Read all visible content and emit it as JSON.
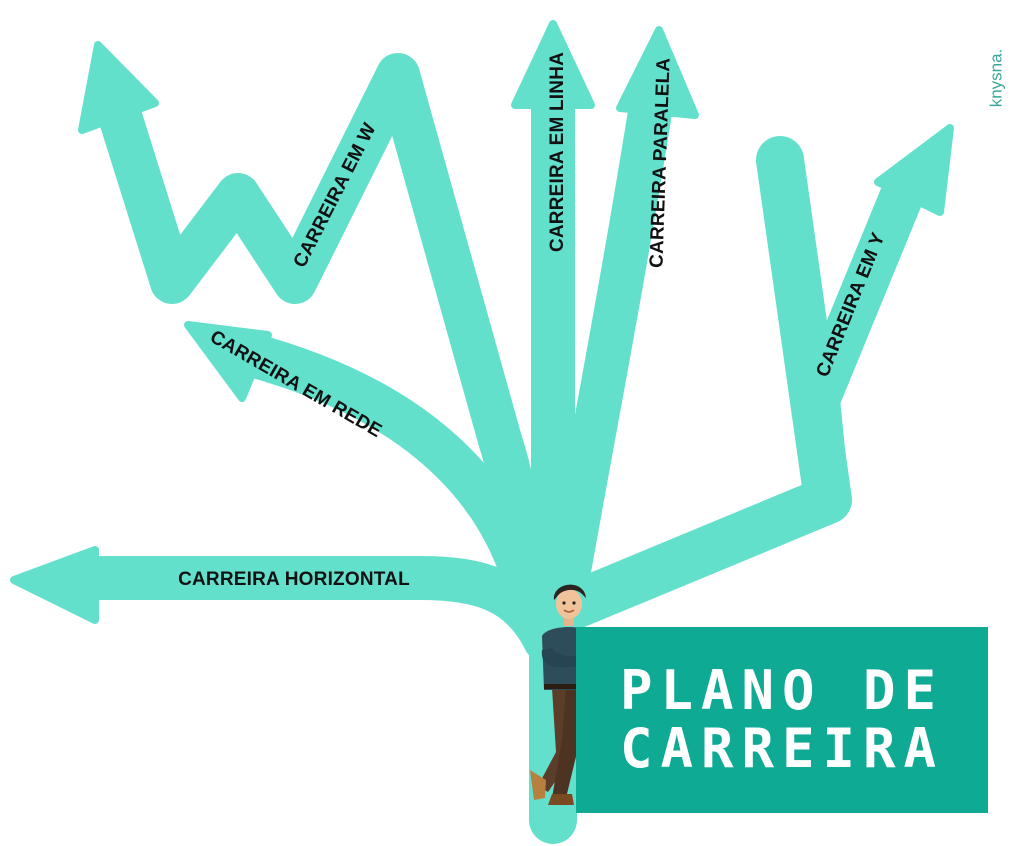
{
  "colors": {
    "arrow": "#63e0cc",
    "title_box": "#0faa94",
    "title_text": "#ffffff",
    "label_text": "#111111",
    "brand": "#3aa89a"
  },
  "branches": {
    "w": "CARREIRA EM W",
    "linha": "CARREIRA EM LINHA",
    "paralela": "CARREIRA PARALELA",
    "y": "CARREIRA EM Y",
    "rede": "CARREIRA EM REDE",
    "horizontal": "CARREIRA HORIZONTAL"
  },
  "title": {
    "line1": "PLANO DE",
    "line2": "CARREIRA"
  },
  "brand": "knysna."
}
